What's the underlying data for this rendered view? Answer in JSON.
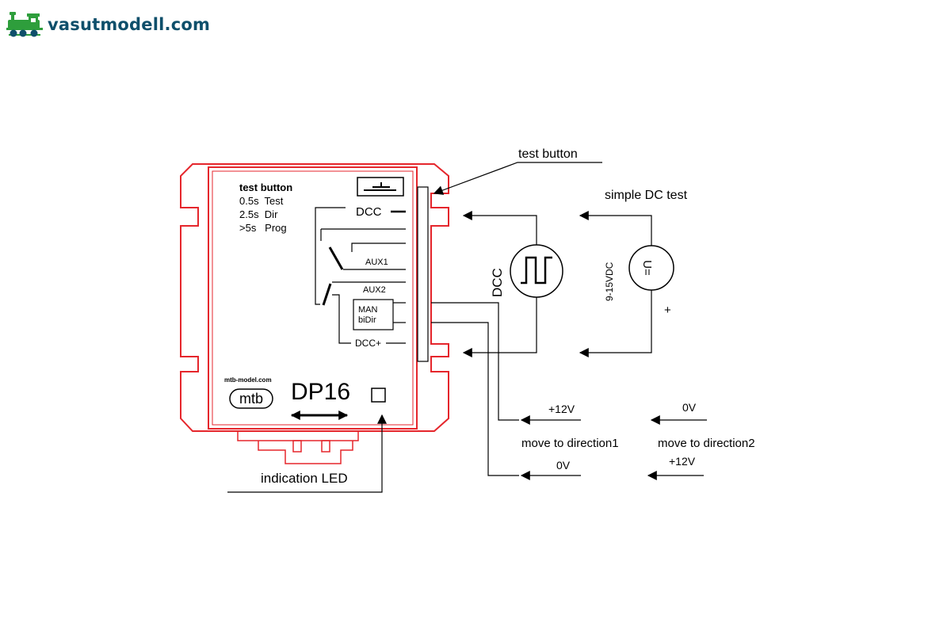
{
  "site": {
    "name": "vasutmodell.com",
    "brand_color": "#0f4f6b",
    "logo_icon": "locomotive-icon",
    "logo_color": "#2e9e3c"
  },
  "device": {
    "outline_color": "#e5262c",
    "model": "DP16",
    "maker_url": "mtb-model.com",
    "maker_logo": "mtb",
    "button_legend": {
      "title": "test button",
      "lines": [
        "0.5s  Test",
        "2.5s  Dir",
        ">5s   Prog"
      ]
    },
    "terminals": {
      "dcc": "DCC",
      "aux1": "AUX1",
      "aux2": "AUX2",
      "man": "MAN",
      "bidir": "biDir",
      "dcc_plus": "DCC+"
    }
  },
  "callouts": {
    "test_button": "test button",
    "simple_dc_test": "simple DC test",
    "indication_led": "indication LED"
  },
  "sources": {
    "dcc_label": "DCC",
    "dc_label": "9-15VDC",
    "dc_symbol": "U=",
    "plus_sign": "+"
  },
  "directions": {
    "dir1": {
      "label": "move to direction1",
      "man": "+12V",
      "bidir": "0V"
    },
    "dir2": {
      "label": "move to direction2",
      "man": "0V",
      "bidir": "+12V"
    }
  }
}
